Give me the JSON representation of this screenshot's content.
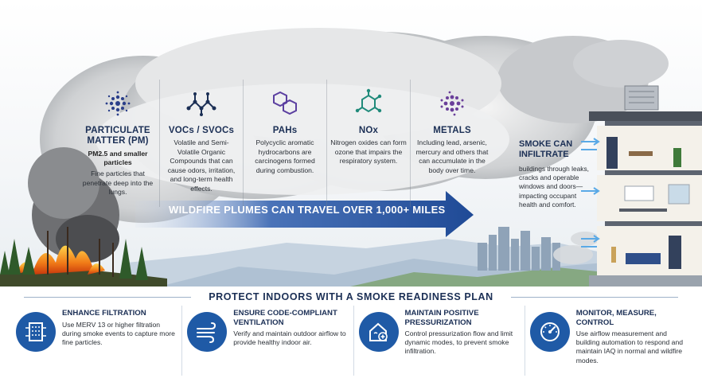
{
  "pollutants": [
    {
      "icon": "particle-cluster-icon",
      "title": "PARTICULATE MATTER (PM)",
      "subtitle": "PM2.5 and smaller particles",
      "description": "Fine particles that penetrate deep into the lungs."
    },
    {
      "icon": "molecule-chain-icon",
      "title": "VOCs / SVOCs",
      "description": "Volatile and Semi-Volatile Organic Compounds that can cause odors, irritation, and long-term health effects."
    },
    {
      "icon": "hexagon-rings-icon",
      "title": "PAHs",
      "description": "Polycyclic aromatic hydrocarbons are carcinogens formed during combustion."
    },
    {
      "icon": "nitrogen-molecule-icon",
      "title": "NOx",
      "description": "Nitrogen oxides can form ozone that impairs the respiratory system."
    },
    {
      "icon": "metal-particles-icon",
      "title": "METALS",
      "description": "Including lead, arsenic, mercury and others that can accumulate in the body over time."
    }
  ],
  "arrow_label": "WILDFIRE PLUMES CAN TRAVEL OVER 1,000+ MILES",
  "smoke_infiltrate": {
    "title": "SMOKE CAN INFILTRATE",
    "description": "buildings through leaks, cracks and operable windows and doors—impacting occupant health and comfort."
  },
  "plan_title": "PROTECT INDOORS WITH A SMOKE READINESS PLAN",
  "actions": [
    {
      "icon": "filter-icon",
      "title": "ENHANCE FILTRATION",
      "description": "Use MERV 13 or higher filtration during smoke events to capture more fine particles."
    },
    {
      "icon": "airflow-icon",
      "title": "ENSURE CODE-COMPLIANT VENTILATION",
      "description": "Verify and maintain outdoor airflow to provide healthy indoor air."
    },
    {
      "icon": "house-pressure-icon",
      "title": "MAINTAIN POSITIVE PRESSURIZATION",
      "description": "Control pressurization flow and limit dynamic modes, to prevent smoke infiltration."
    },
    {
      "icon": "gauge-icon",
      "title": "MONITOR, MEASURE, CONTROL",
      "description": "Use airflow measurement and building automation to respond and maintain IAQ in normal and wildfire modes."
    }
  ],
  "colors": {
    "navy": "#1b2f55",
    "accent_blue": "#1f5aa6",
    "arrow_blue": "#2b57a0",
    "purple": "#5b3fa0",
    "teal": "#1f8a7a",
    "fire": "#f08a1c",
    "smoke": "#a8acb0"
  }
}
